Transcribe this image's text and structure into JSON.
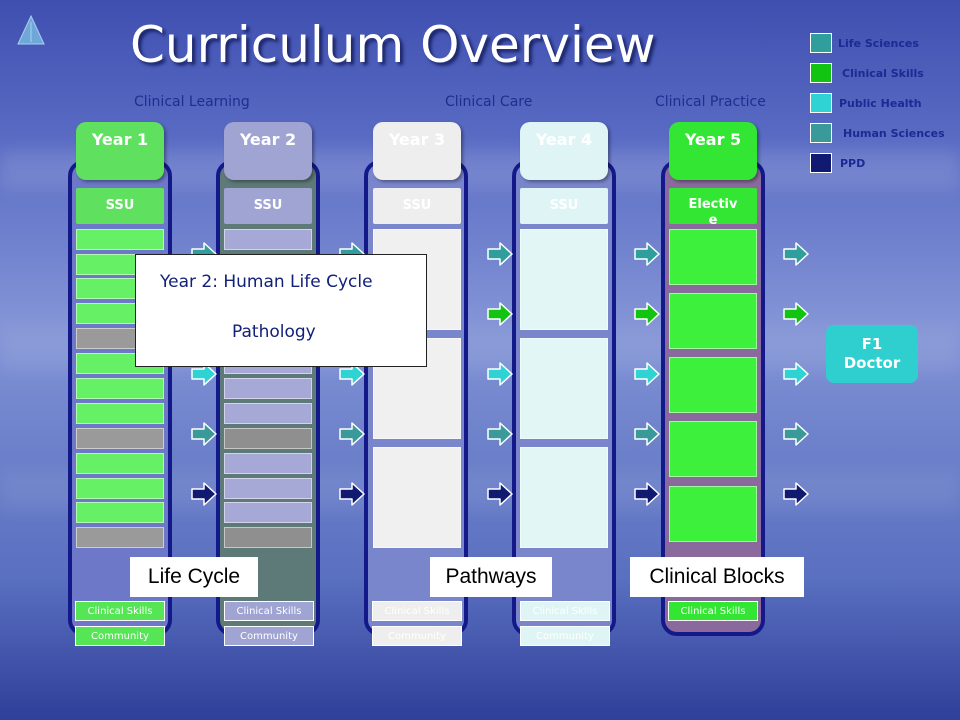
{
  "title": "Curriculum Overview",
  "phases": [
    "Clinical Learning",
    "Clinical Care",
    "Clinical Practice"
  ],
  "legend": [
    {
      "label": "Life Sciences",
      "color": "#2f9e9c"
    },
    {
      "label": "Clinical Skills",
      "color": "#11c411"
    },
    {
      "label": "Public Health",
      "color": "#2fd3d3"
    },
    {
      "label": "Human Sciences",
      "color": "#3a9999"
    },
    {
      "label": "PPD",
      "color": "#0f1a70"
    }
  ],
  "years": [
    {
      "label": "Year 1",
      "top": "SSU",
      "clinical_skills": "Clinical Skills",
      "community": "Community"
    },
    {
      "label": "Year 2",
      "top": "SSU",
      "clinical_skills": "Clinical Skills",
      "community": "Community"
    },
    {
      "label": "Year 3",
      "top": "SSU",
      "clinical_skills": "Clinical Skills",
      "community": "Community"
    },
    {
      "label": "Year 4",
      "top": "SSU",
      "clinical_skills": "Clinical Skills",
      "community": "Community"
    },
    {
      "label": "Year 5",
      "top": "Electiv\ne",
      "clinical_skills": "Clinical Skills"
    }
  ],
  "outcome": "F1\nDoctor",
  "block_labels": [
    "Life Cycle",
    "Pathways",
    "Clinical Blocks"
  ],
  "popup": {
    "line1": "Year 2: Human Life Cycle",
    "line2": "Pathology"
  }
}
